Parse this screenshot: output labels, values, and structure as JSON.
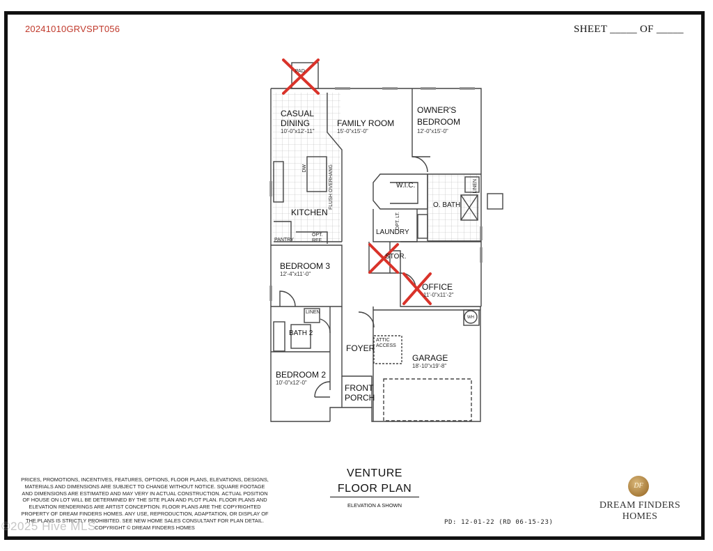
{
  "header": {
    "code": "20241010GRVSPT056",
    "sheet": "SHEET _____ OF _____"
  },
  "rooms": {
    "casual_dining": {
      "name1": "CASUAL",
      "name2": "DINING",
      "dims": "10'-0\"x12'-11\""
    },
    "family_room": {
      "name": "FAMILY ROOM",
      "dims": "15'-0\"x15'-0\""
    },
    "owners_bedroom": {
      "name1": "OWNER'S",
      "name2": "BEDROOM",
      "dims": "12'-0\"x15'-0\""
    },
    "wic": "W.I.C.",
    "o_bath": "O. BATH",
    "kitchen": "KITCHEN",
    "laundry": "LAUNDRY",
    "pantry": "PANTRY",
    "opt_ref1": "OPT.",
    "opt_ref2": "REF.",
    "bedroom3": {
      "name": "BEDROOM 3",
      "dims": "12'-4\"x11'-0\""
    },
    "stor": "STOR.",
    "office": {
      "name": "OFFICE",
      "dims": "11'-0\"x11'-2\""
    },
    "linen_bath2": "LINEN",
    "linen_obath": "LINEN",
    "bath2": "BATH 2",
    "foyer": "FOYER",
    "garage": {
      "name": "GARAGE",
      "dims": "18'-10\"x19'-8\""
    },
    "attic1": "ATTIC",
    "attic2": "ACCESS",
    "wh": "WH",
    "bedroom2": {
      "name": "BEDROOM 2",
      "dims": "10'-0\"x12'-0\""
    },
    "front_porch1": "FRONT",
    "front_porch2": "PORCH",
    "pad": "PAD",
    "dw": "DW",
    "flush_overhang": "FLUSH OVERHANG",
    "opt_laundry": "OPT. LT."
  },
  "disclaimer": "PRICES, PROMOTIONS, INCENTIVES, FEATURES, OPTIONS, FLOOR PLANS, ELEVATIONS, DESIGNS, MATERIALS AND DIMENSIONS ARE SUBJECT TO CHANGE WITHOUT NOTICE. SQUARE FOOTAGE AND DIMENSIONS ARE ESTIMATED AND MAY VERY IN ACTUAL CONSTRUCTION. ACTUAL POSITION OF HOUSE ON LOT WILL BE DETERMINED BY THE SITE PLAN AND PLOT PLAN. FLOOR PLANS AND ELEVATION RENDERINGS ARE ARTIST CONCEPTION. FLOOR PLANS ARE THE COPYRIGHTED PROPERTY OF DREAM FINDERS HOMES. ANY USE, REPRODUCTION, ADAPTATION, OR DISPLAY OF THE PLANS IS STRICTLY PROHIBITED. SEE NEW HOME SALES CONSULTANT FOR PLAN DETAIL. COPYRIGHT © DREAM FINDERS HOMES",
  "title": {
    "line1": "VENTURE",
    "line2": "FLOOR PLAN",
    "elevation": "ELEVATION A SHOWN"
  },
  "pd": "PD: 12-01-22 (RD 06-15-23)",
  "brand": {
    "seal": "DF",
    "line1": "DREAM FINDERS",
    "line2": "HOMES"
  },
  "watermark": "©2025 Hive MLS",
  "colors": {
    "code_red": "#c0392b",
    "cross_red": "#d9332a",
    "line": "#444444"
  }
}
